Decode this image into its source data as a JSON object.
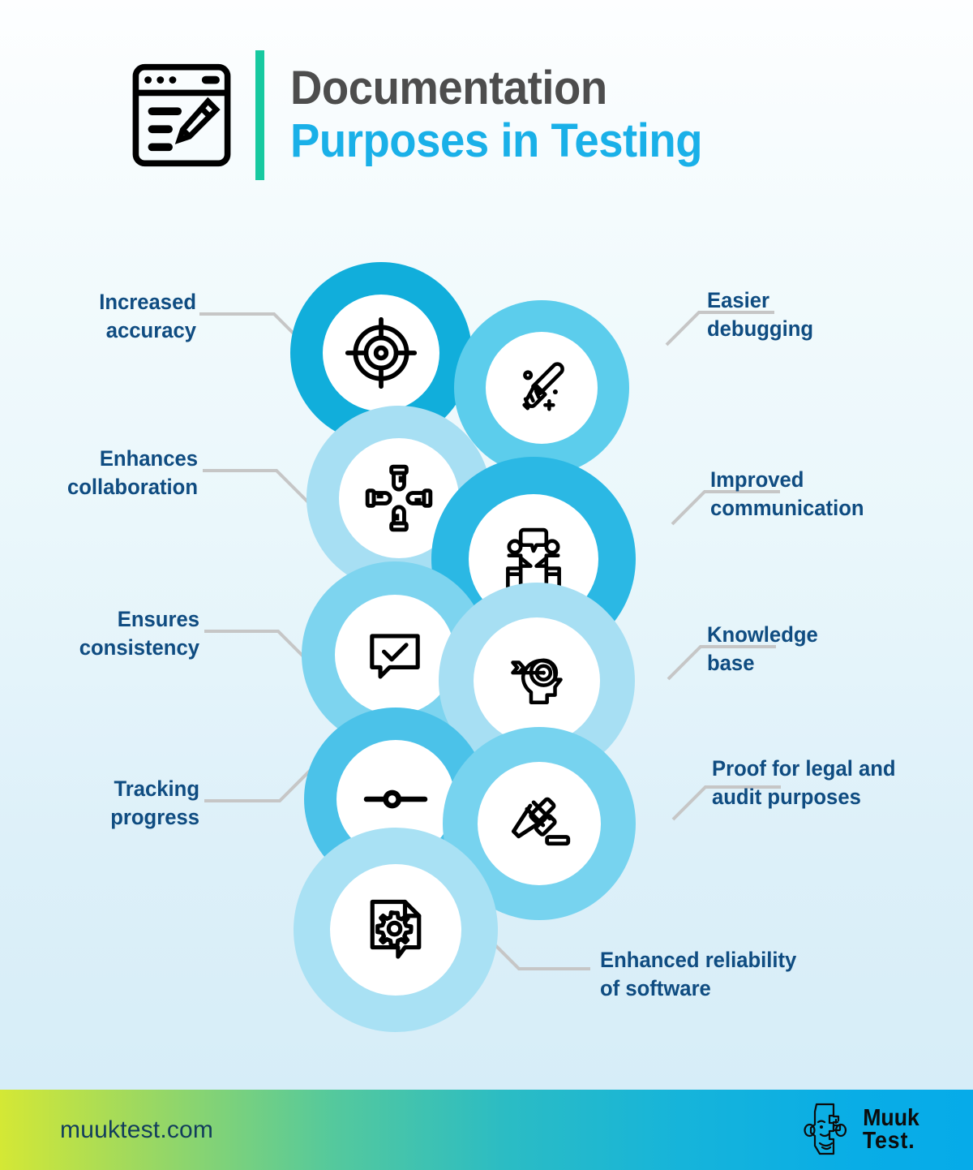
{
  "header": {
    "icon": "document-pencil-icon",
    "divider_color": "#17c9a0",
    "title_line1": "Documentation",
    "title_line2": "Purposes in Testing",
    "title_line1_color": "#4d4d4d",
    "title_line2_color": "#1ab0e8"
  },
  "diagram": {
    "label_color": "#0f4c81",
    "connector_color": "#c6c6c6",
    "nodes": [
      {
        "id": "increased-accuracy",
        "label": "Increased\naccuracy",
        "icon": "target-crosshair-icon",
        "side": "left",
        "ring_color": "#11AEDB"
      },
      {
        "id": "easier-debugging",
        "label": "Easier\ndebugging",
        "icon": "cleaning-brush-icon",
        "side": "right",
        "ring_color": "#5CCDEC"
      },
      {
        "id": "enhances-collaboration",
        "label": "Enhances\ncollaboration",
        "icon": "teamwork-hands-icon",
        "side": "left",
        "ring_color": "#A7DFF3"
      },
      {
        "id": "improved-communication",
        "label": "Improved\ncommunication",
        "icon": "two-people-talking-icon",
        "side": "right",
        "ring_color": "#2BB8E4"
      },
      {
        "id": "ensures-consistency",
        "label": "Ensures\nconsistency",
        "icon": "chat-check-icon",
        "side": "left",
        "ring_color": "#7DD4EF"
      },
      {
        "id": "knowledge-base",
        "label": "Knowledge\nbase",
        "icon": "head-target-icon",
        "side": "right",
        "ring_color": "#A7DFF3"
      },
      {
        "id": "tracking-progress",
        "label": "Tracking\nprogress",
        "icon": "slider-progress-icon",
        "side": "left",
        "ring_color": "#4BC2E9"
      },
      {
        "id": "proof-legal-audit",
        "label": "Proof for legal and\naudit purposes",
        "icon": "gavel-icon",
        "side": "right",
        "ring_color": "#77D3EF"
      },
      {
        "id": "enhanced-reliability",
        "label": "Enhanced reliability\nof software",
        "icon": "document-gear-icon",
        "side": "bottom-right",
        "ring_color": "#A9E1F4"
      }
    ]
  },
  "footer": {
    "url": "muuktest.com",
    "logo_icon": "muuktest-face-logo",
    "logo_word1": "Muuk",
    "logo_word2": "Test."
  }
}
